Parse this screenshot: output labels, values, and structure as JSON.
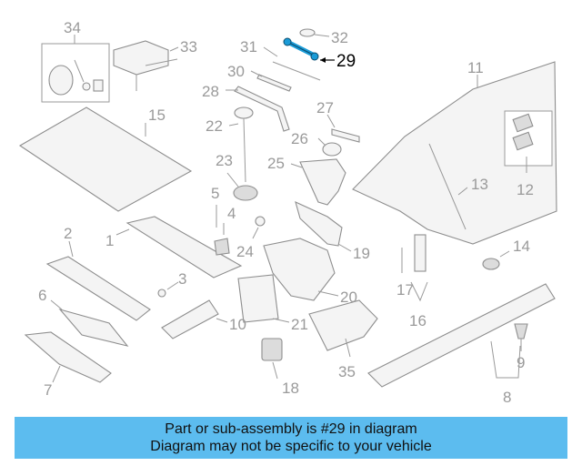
{
  "diagram": {
    "callouts": [
      "34",
      "33",
      "32",
      "31",
      "29",
      "30",
      "28",
      "27",
      "11",
      "15",
      "22",
      "26",
      "25",
      "23",
      "13",
      "12",
      "5",
      "4",
      "1",
      "24",
      "2",
      "19",
      "14",
      "3",
      "17",
      "6",
      "20",
      "16",
      "10",
      "21",
      "9",
      "7",
      "35",
      "18",
      "8"
    ],
    "highlighted_callout": "29",
    "highlight_color": "#1a9bd7"
  },
  "banner": {
    "line1": "Part or sub-assembly is #29 in diagram",
    "line2": "Diagram may not be specific to your vehicle",
    "background": "#5cbcef"
  }
}
